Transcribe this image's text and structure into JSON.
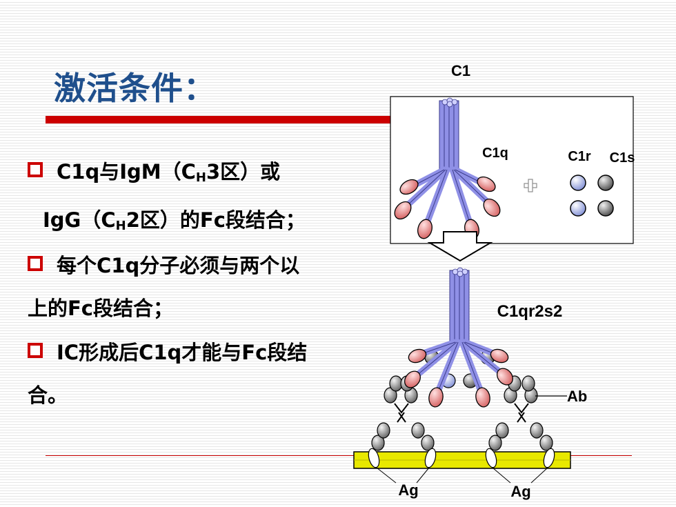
{
  "title": "激活条件：",
  "conditions": [
    {
      "pre": "C1q与IgM（C",
      "sub": "H",
      "post": "3区）或"
    },
    {
      "pre": "IgG（C",
      "sub": "H",
      "post": "2区）的Fc段结合；"
    },
    {
      "text": "每个C1q分子必须与两个以"
    },
    {
      "text": "上的Fc段结合；"
    },
    {
      "text": "IC形成后C1q才能与Fc段结"
    },
    {
      "text": "合。"
    }
  ],
  "diagram": {
    "labels": {
      "c1": "C1",
      "c1q": "C1q",
      "c1r": "C1r",
      "c1s": "C1s",
      "plus": "+",
      "c1qr2s2": "C1qr2s2",
      "ab": "Ab",
      "ag_left": "Ag",
      "ag_right": "Ag"
    },
    "colors": {
      "stalk": "#8f90e6",
      "head": "#e58a8a",
      "c1r": "#aab4e6",
      "c1s": "#8c8c8c",
      "membrane": "#e8e800",
      "accent_red": "#cc0000",
      "title_blue": "#1f4f8c"
    }
  }
}
